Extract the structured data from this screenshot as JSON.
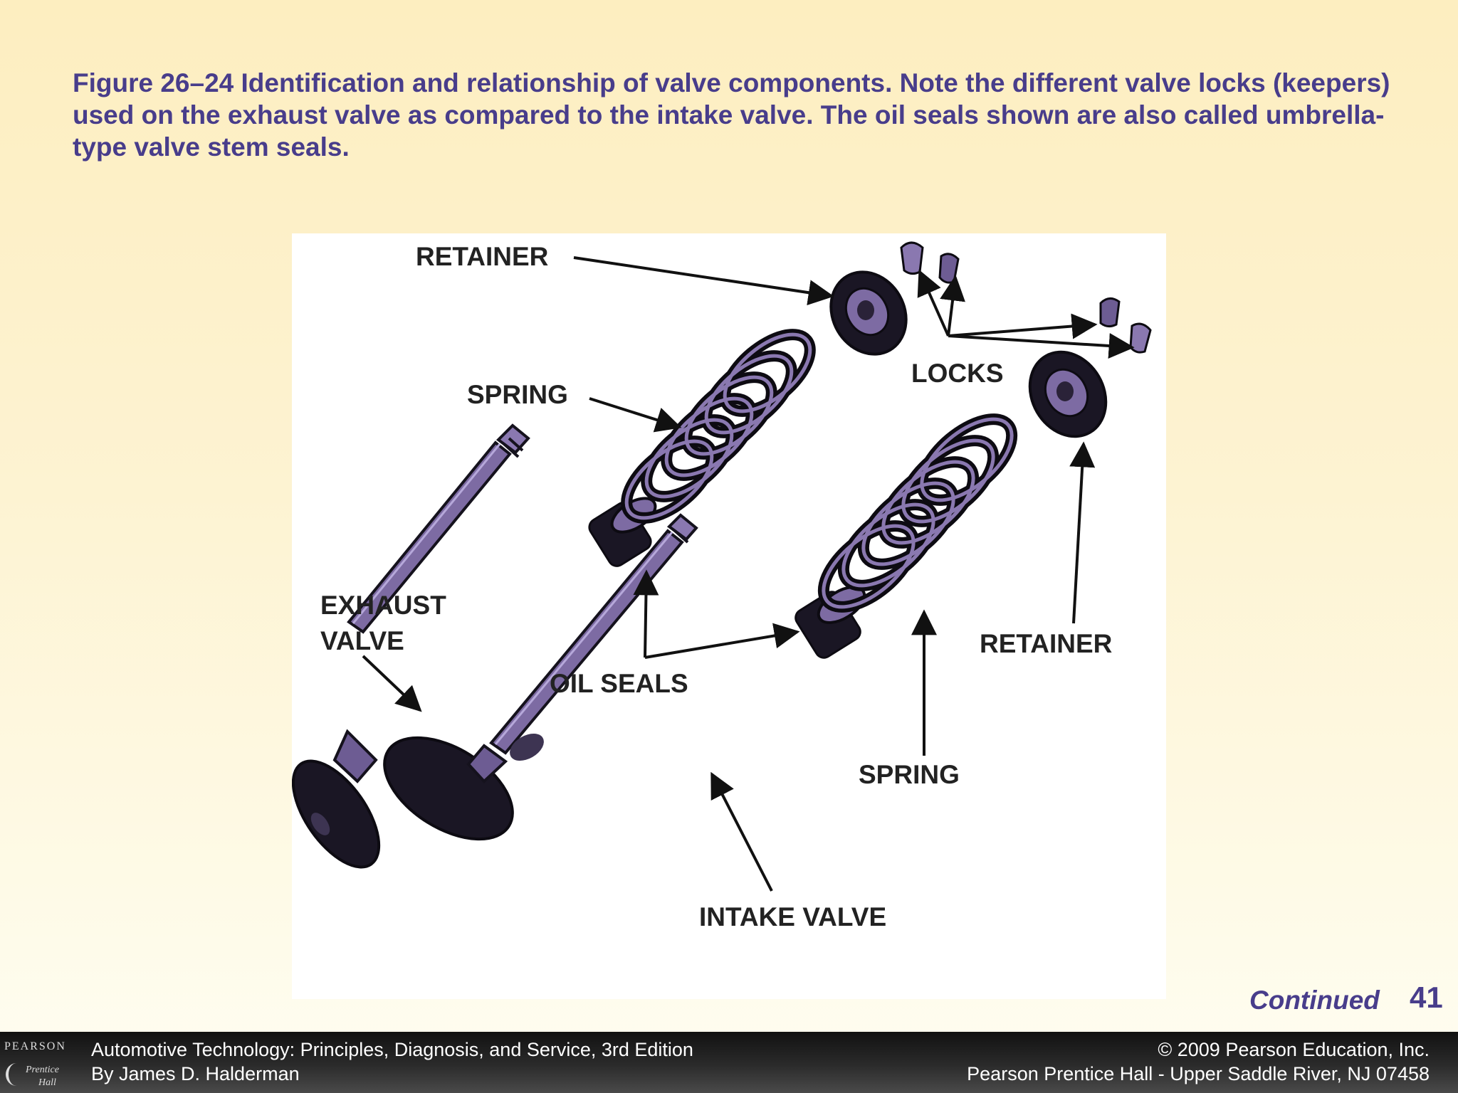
{
  "caption": "Figure 26–24 Identification and relationship of valve components. Note the different valve locks (keepers) used on the exhaust valve as compared to the intake valve. The oil seals shown are also called umbrella-type valve stem seals.",
  "figure": {
    "labels": {
      "retainer_top": "RETAINER",
      "spring_left": "SPRING",
      "locks": "LOCKS",
      "exhaust_valve_line1": "EXHAUST",
      "exhaust_valve_line2": "VALVE",
      "oil_seals": "OIL SEALS",
      "retainer_right": "RETAINER",
      "spring_bottom": "SPRING",
      "intake_valve": "INTAKE VALVE"
    },
    "part_color": "#7d6ba3",
    "part_dark": "#15121d"
  },
  "continued": "Continued",
  "page_number": "41",
  "footer": {
    "logo_top": "PEARSON",
    "logo_mid": "Prentice",
    "logo_bot": "Hall",
    "book_title": "Automotive Technology: Principles, Diagnosis, and Service, 3rd Edition",
    "author": "By James D. Halderman",
    "copyright": "© 2009 Pearson Education, Inc.",
    "publisher": "Pearson Prentice Hall - Upper Saddle River, NJ 07458"
  }
}
